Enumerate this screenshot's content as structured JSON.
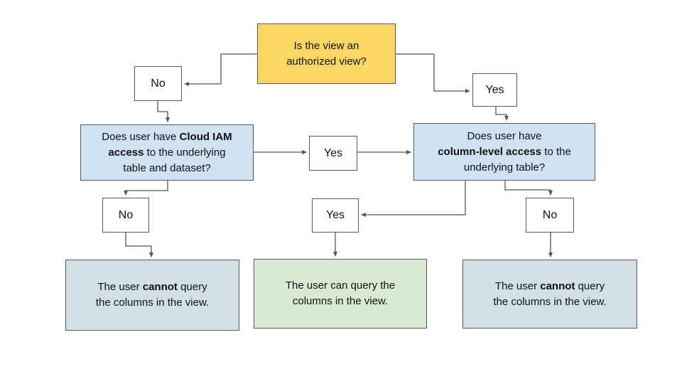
{
  "diagram": {
    "title_semantic": "authorized-view-access-flowchart",
    "colors": {
      "start_fill": "#fdd663",
      "question_fill": "#cfe2f3",
      "outcome_negative_fill": "#d0e0e3",
      "outcome_positive_fill": "#d9ead3",
      "border": "#595959",
      "connector": "#555555",
      "text": "#111111",
      "background": "#ffffff"
    },
    "nodes": {
      "start": {
        "line1": "Is the view an",
        "line2": "authorized view?"
      },
      "no_top": {
        "label": "No"
      },
      "yes_top": {
        "label": "Yes"
      },
      "q_iam": {
        "line1_pre": "Does user have ",
        "line1_bold": "Cloud IAM",
        "line2_bold": "access",
        "line2_post": " to the underlying",
        "line3": "table and dataset?"
      },
      "yes_mid": {
        "label": "Yes"
      },
      "q_col": {
        "line1": "Does user have",
        "line2_bold": "column-level access",
        "line2_post": " to the",
        "line3": "underlying table?"
      },
      "no_left": {
        "label": "No"
      },
      "yes_bottom": {
        "label": "Yes"
      },
      "no_right": {
        "label": "No"
      },
      "out_left": {
        "line1_pre": "The user ",
        "line1_bold": "cannot",
        "line1_post": " query",
        "line2": "the columns in the view."
      },
      "out_mid": {
        "line1": "The user can query the",
        "line2": "columns in the view."
      },
      "out_right": {
        "line1_pre": "The user ",
        "line1_bold": "cannot",
        "line1_post": " query",
        "line2": "the columns in the view."
      }
    }
  }
}
